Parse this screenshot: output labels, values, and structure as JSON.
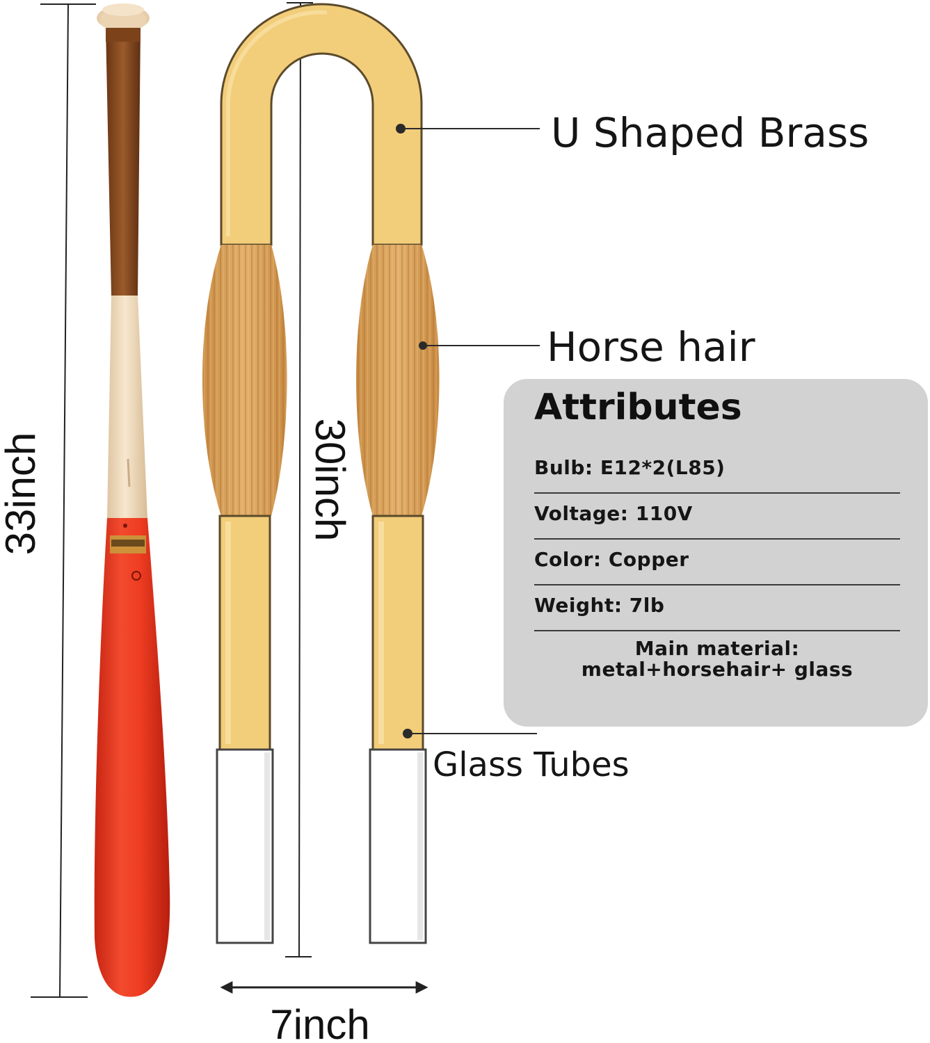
{
  "callouts": {
    "brass": "U Shaped Brass",
    "horse_hair": "Horse hair",
    "glass": "Glass Tubes"
  },
  "dimensions": {
    "bat_length": "33inch",
    "lamp_height": "30inch",
    "lamp_width": "7inch"
  },
  "attributes": {
    "title": "Attributes",
    "rows": [
      "Bulb: E12*2(L85)",
      "Voltage: 110V",
      "Color: Copper",
      "Weight:  7lb",
      "Main material: metal+horsehair+ glass"
    ]
  },
  "colors": {
    "brass": "#f2cd7a",
    "horse_hair": "#d9a55e",
    "glass": "#ffffff",
    "bat_red": "#e8321c",
    "bat_wood": "#f1dcbf",
    "bat_grip": "#8a4e23",
    "card_background": "#d2d2d2"
  },
  "icons": [
    "baseball-bat-illustration",
    "lamp-illustration",
    "double-arrow-icon"
  ]
}
